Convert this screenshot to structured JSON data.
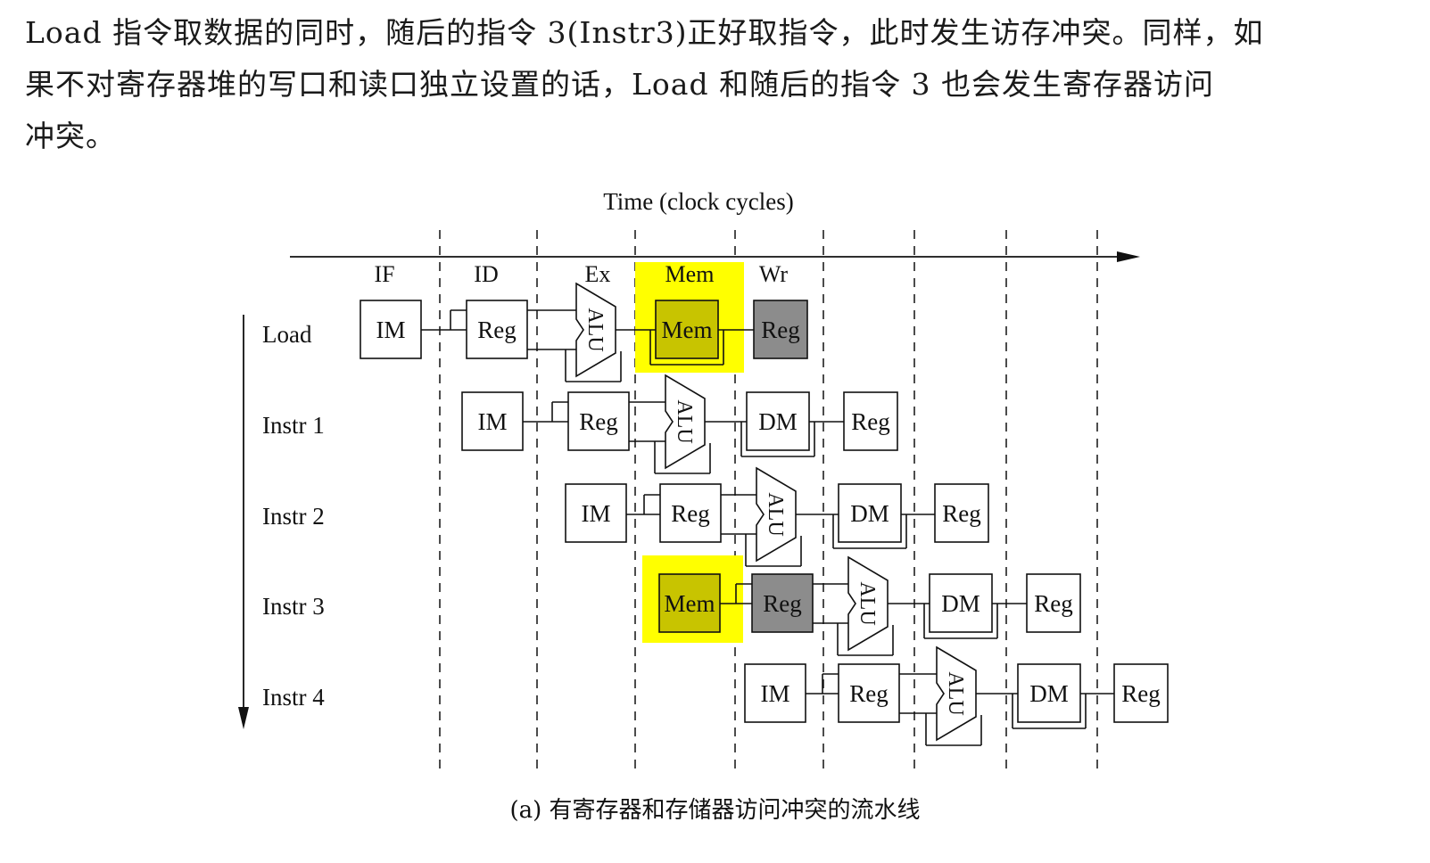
{
  "paragraph": [
    "Load 指令取数据的同时，随后的指令 3(Instr3)正好取指令，此时发生访存冲突。同样，如",
    "果不对寄存器堆的写口和读口独立设置的话，Load 和随后的指令 3 也会发生寄存器访问",
    "冲突。"
  ],
  "diagram": {
    "time_label": "Time (clock cycles)",
    "stage_labels": [
      "IF",
      "ID",
      "Ex",
      "Mem",
      "Wr"
    ],
    "instructions": [
      "Load",
      "Instr 1",
      "Instr 2",
      "Instr 3",
      "Instr 4"
    ],
    "unit_labels": {
      "im": "IM",
      "reg": "Reg",
      "alu": "ALU",
      "dm": "DM",
      "mem": "Mem"
    },
    "highlight_colors": {
      "yellow": "#ffff00",
      "olive": "#c8c400",
      "gray": "#8c8c8c"
    }
  },
  "caption": "(a) 有寄存器和存储器访问冲突的流水线"
}
